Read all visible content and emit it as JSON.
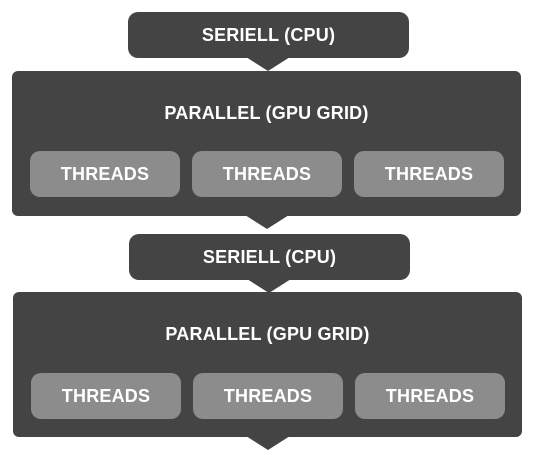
{
  "colors": {
    "dark": "#444444",
    "light": "#8c8c8c",
    "text": "#ffffff"
  },
  "blocks": [
    {
      "serial_label": "SERIELL (CPU)",
      "parallel_label": "PARALLEL (GPU GRID)",
      "threads": [
        "THREADS",
        "THREADS",
        "THREADS"
      ]
    },
    {
      "serial_label": "SERIELL (CPU)",
      "parallel_label": "PARALLEL (GPU GRID)",
      "threads": [
        "THREADS",
        "THREADS",
        "THREADS"
      ]
    }
  ]
}
